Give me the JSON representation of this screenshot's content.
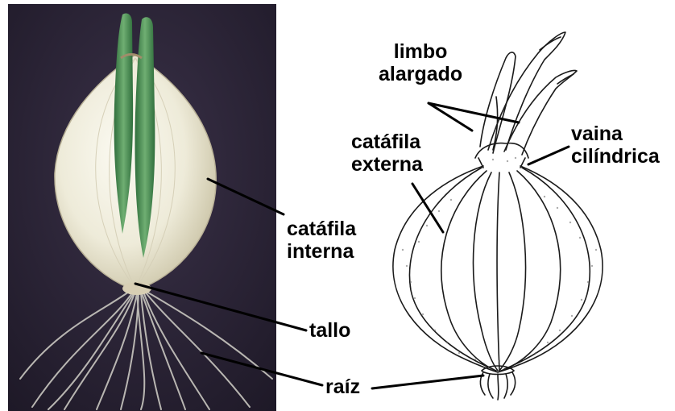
{
  "labels": {
    "limbo_alargado": [
      "limbo",
      "alargado"
    ],
    "catafila_externa": [
      "catáfila",
      "externa"
    ],
    "vaina_cilindrica": [
      "vaina",
      "cilíndrica"
    ],
    "catafila_interna": [
      "catáfila",
      "interna"
    ],
    "tallo": "tallo",
    "raiz": "raíz"
  },
  "colors": {
    "photo_background": "#2a2438",
    "bulb_flesh": "#f1eee0",
    "leaf_green": "#4d8b4f",
    "root_gray": "#c8c6c0",
    "ink": "#000000"
  }
}
